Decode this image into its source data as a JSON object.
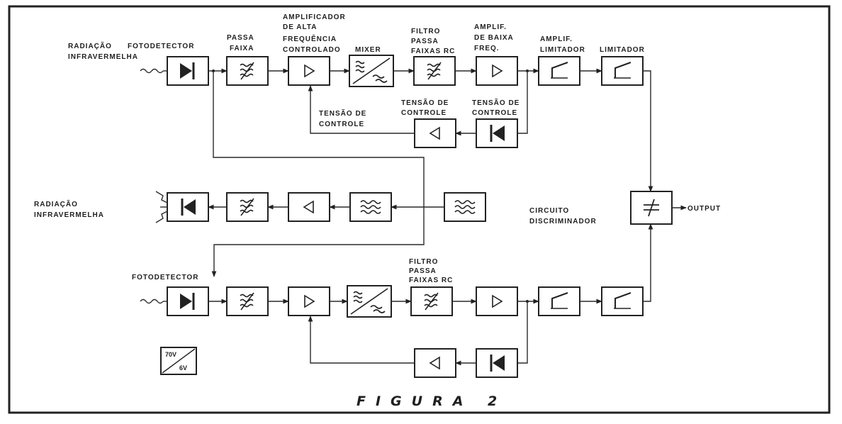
{
  "figure_title": "FIGURA 2",
  "top_chain": {
    "input": "RADIAÇÃO INFRAVERMELHA",
    "photodetector": "FOTODETECTOR",
    "bandpass": [
      "PASSA",
      "FAIXA"
    ],
    "hf_amplifier": [
      "AMPLIFICADOR",
      "DE ALTA",
      "FREQUÊNCIA",
      "CONTROLADO"
    ],
    "mixer": "MIXER",
    "rc_filter": [
      "FILTRO",
      "PASSA",
      "FAIXAS RC"
    ],
    "lf_amplifier": [
      "AMPLIF.",
      "DE BAIXA",
      "FREQ."
    ],
    "limiter_amplifier": [
      "AMPLIF.",
      "LIMITADOR"
    ],
    "limiter": "LIMITADOR",
    "control_voltage_left": [
      "TENSÃO DE",
      "CONTROLE"
    ],
    "control_voltage_mid": [
      "TENSÃO DE",
      "CONTROLE"
    ],
    "control_voltage_right": [
      "TENSÃO DE",
      "CONTROLE"
    ]
  },
  "middle_chain": {
    "output_radiation": [
      "RADIAÇÃO",
      "INFRAVERMELHA"
    ]
  },
  "discriminator": {
    "label": [
      "CIRCUITO",
      "DISCRIMINADOR"
    ],
    "output": "OUTPUT"
  },
  "bottom_chain": {
    "photodetector": "FOTODETECTOR",
    "rc_filter": [
      "FILTRO",
      "PASSA",
      "FAIXAS RC"
    ]
  },
  "legend_box": {
    "top": "70V",
    "bottom": "6V"
  }
}
